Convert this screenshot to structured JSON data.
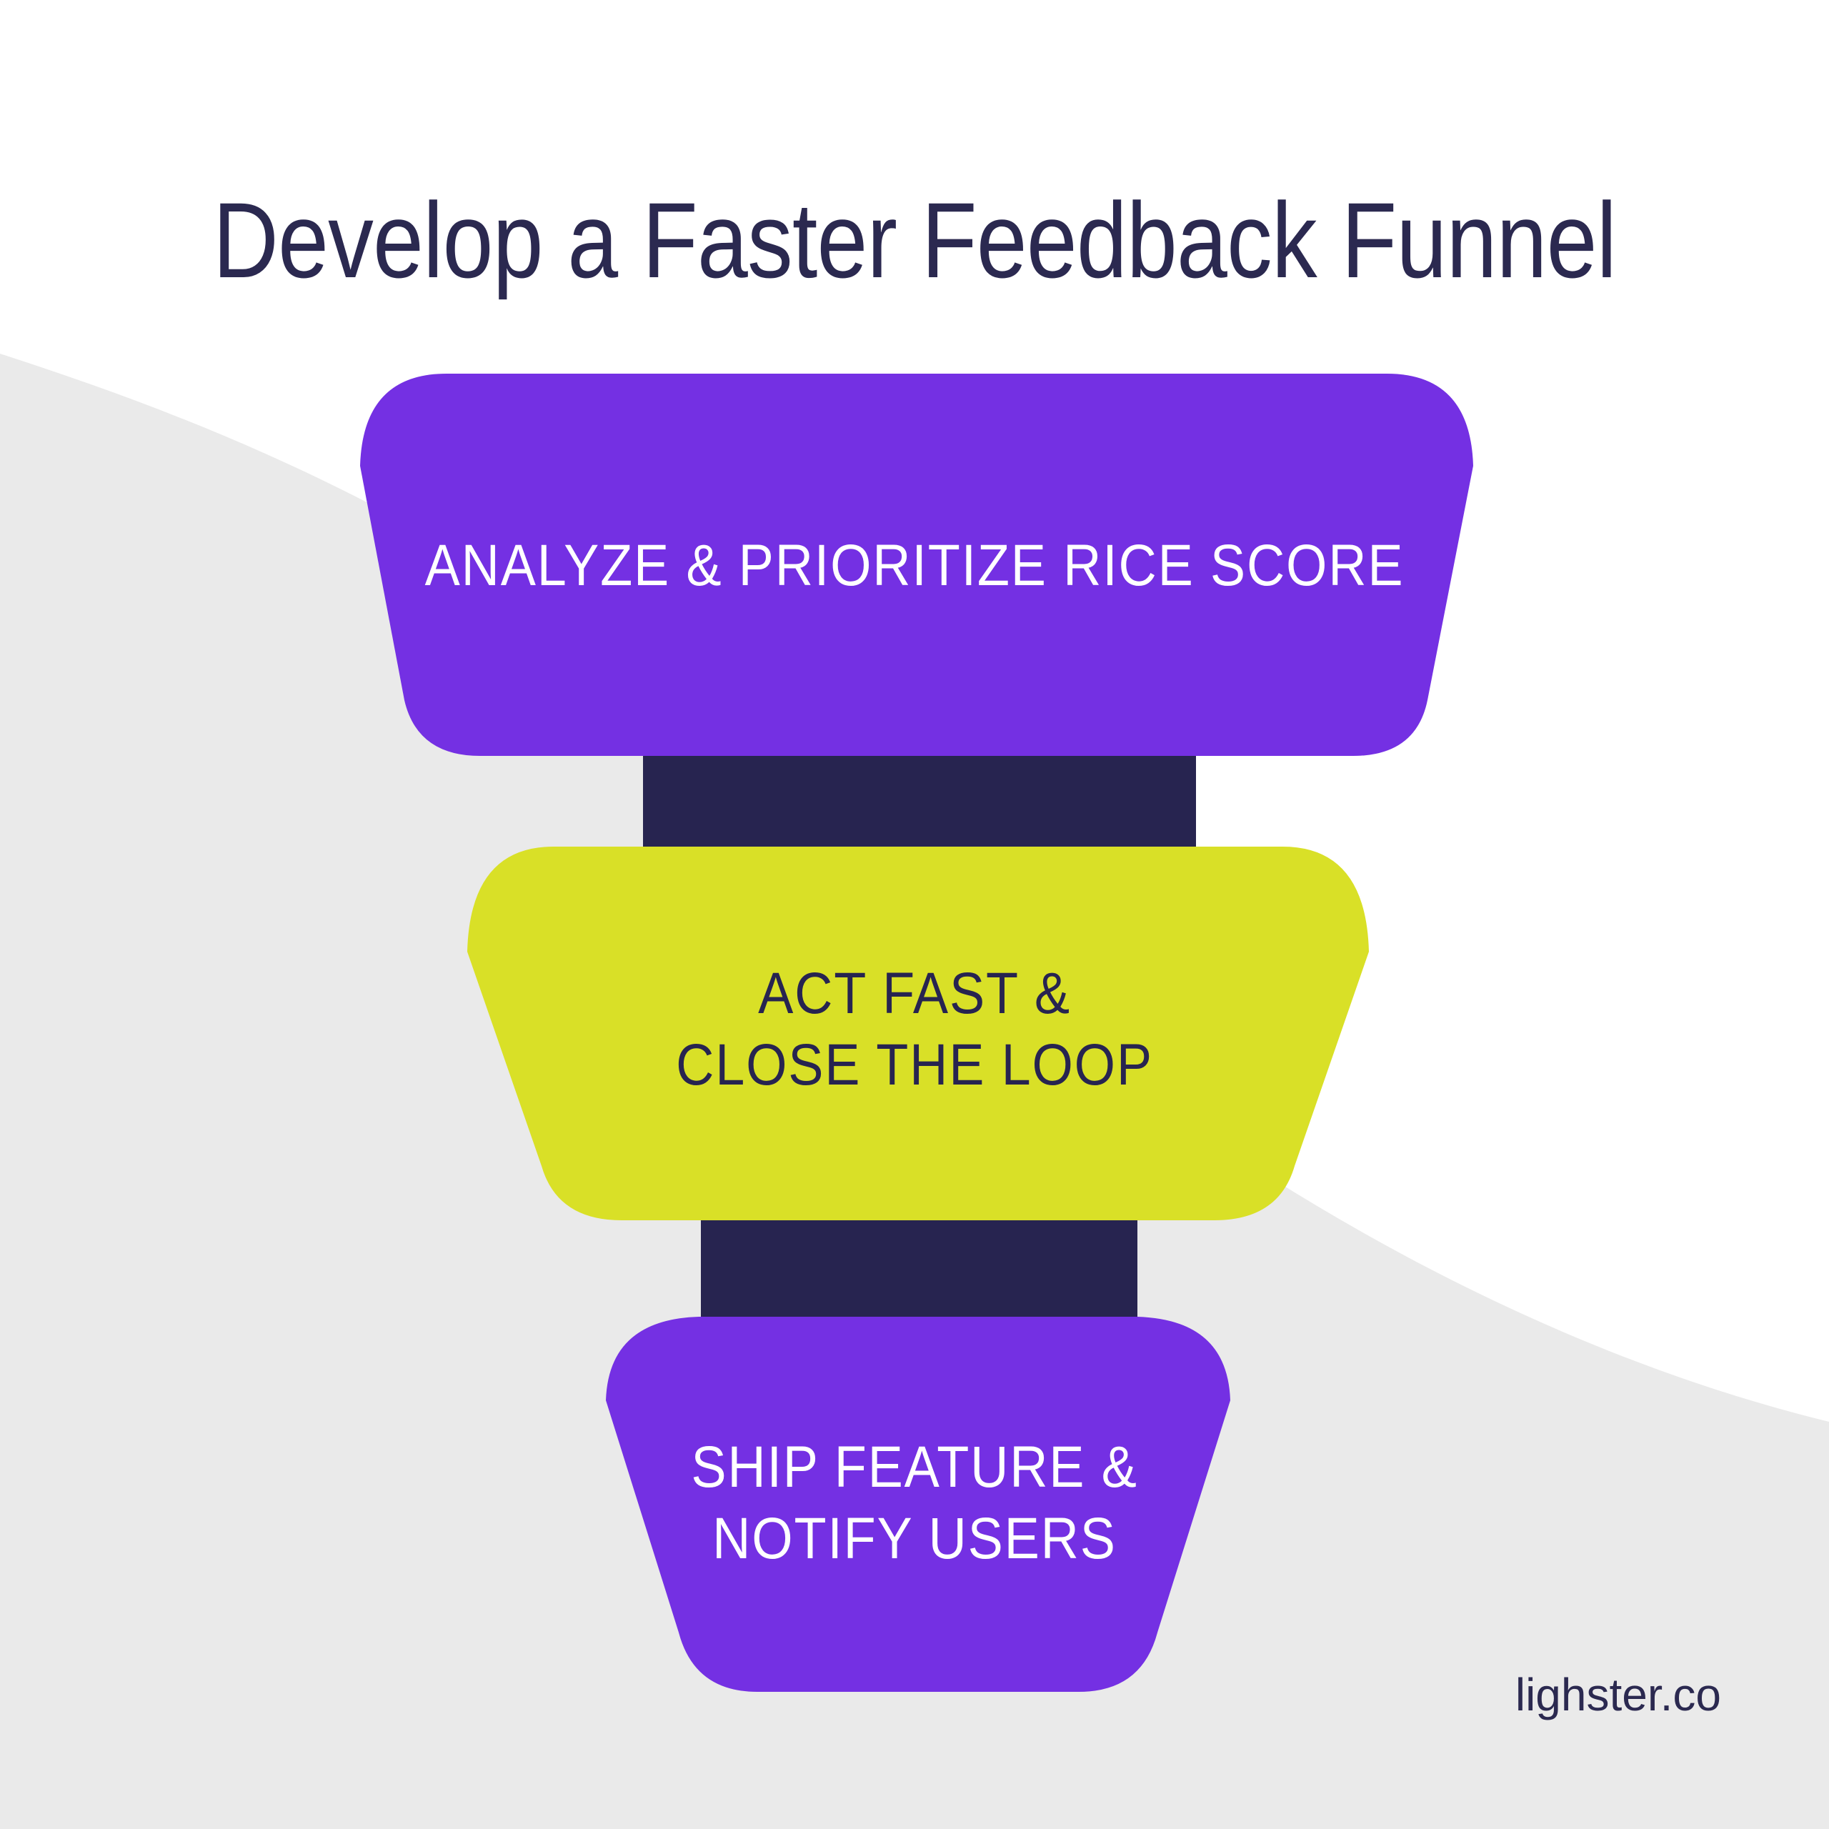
{
  "title": "Develop a Faster Feedback Funnel",
  "title_color": "#2B2950",
  "background": {
    "page_color": "#FFFFFF",
    "swoosh_color": "#EAEAEA"
  },
  "funnel": {
    "connector_color": "#272450",
    "stages": [
      {
        "id": 1,
        "lines": [
          "ANALYZE & PRIORITIZE RICE SCORE"
        ],
        "fill": "#7430E3",
        "text_color": "#FFFFFF"
      },
      {
        "id": 2,
        "lines": [
          "ACT FAST &",
          "CLOSE THE LOOP"
        ],
        "fill": "#D9E027",
        "text_color": "#272450"
      },
      {
        "id": 3,
        "lines": [
          "SHIP FEATURE &",
          "NOTIFY USERS"
        ],
        "fill": "#7430E3",
        "text_color": "#FFFFFF"
      }
    ]
  },
  "footer": {
    "brand": "lighster.co"
  }
}
